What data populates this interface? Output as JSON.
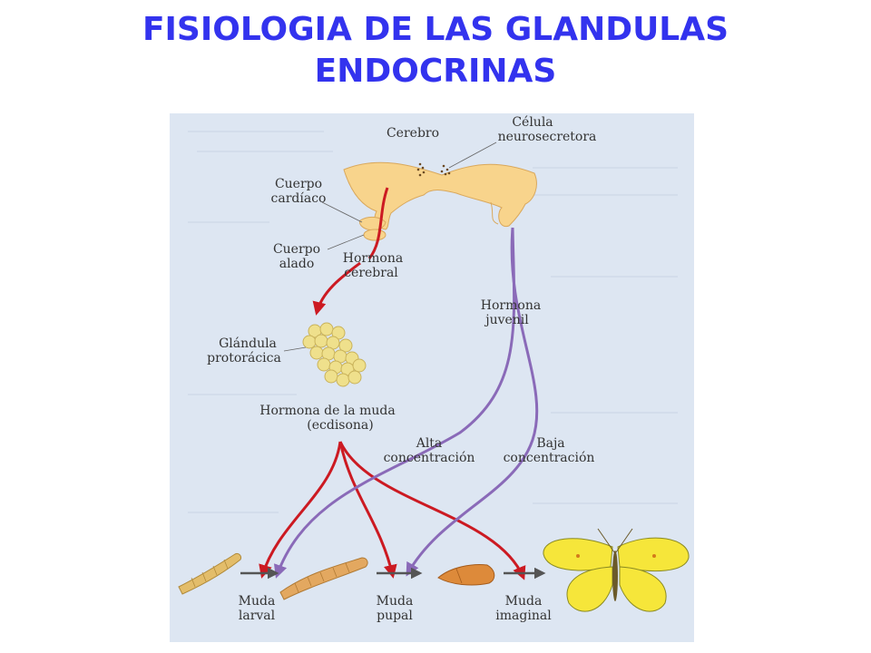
{
  "slide": {
    "title_line1": "FISIOLOGIA DE LAS GLANDULAS",
    "title_line2": "ENDOCRINAS"
  },
  "diagram": {
    "labels": {
      "cerebro": "Cerebro",
      "celula_1": "Célula",
      "celula_2": "neurosecretora",
      "cuerpo_cardiaco_1": "Cuerpo",
      "cuerpo_cardiaco_2": "cardíaco",
      "cuerpo_alado_1": "Cuerpo",
      "cuerpo_alado_2": "alado",
      "hormona_cerebral_1": "Hormona",
      "hormona_cerebral_2": "cerebral",
      "hormona_juvenil_1": "Hormona",
      "hormona_juvenil_2": "juvenil",
      "glandula_1": "Glándula",
      "glandula_2": "protorácica",
      "muda_hormona_1": "Hormona de la muda",
      "muda_hormona_2": "(ecdisona)",
      "alta_1": "Alta",
      "alta_2": "concentración",
      "baja_1": "Baja",
      "baja_2": "concentración",
      "muda_larval_1": "Muda",
      "muda_larval_2": "larval",
      "muda_pupal_1": "Muda",
      "muda_pupal_2": "pupal",
      "muda_imaginal_1": "Muda",
      "muda_imaginal_2": "imaginal"
    },
    "colors": {
      "title": "#3333ee",
      "background": "#dde6f2",
      "red_arrow": "#cc1a22",
      "purple_arrow": "#8a6ab8",
      "brain": "#f8d48c",
      "gland": "#efe08c",
      "butterfly": "#f6e63a"
    }
  }
}
